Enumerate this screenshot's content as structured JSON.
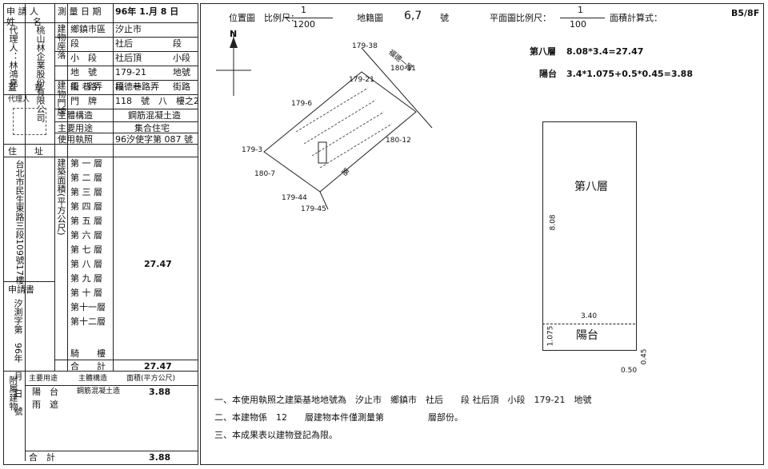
{
  "header": {
    "applicant_label": "申 請 人",
    "name_label": "姓　　名",
    "applicant_info": "桃山林企業股份有限公司",
    "representative": "代理人：林鴻堯",
    "seal_label": "蓋　　章",
    "agent_label": "代理人",
    "address_label": "住　　址",
    "address": "台北市民生東路三段109號17樓",
    "application_label": "申請書",
    "app_no": "汐測字第　96年　月　日　號",
    "sheet_code": "B5/8F"
  },
  "survey": {
    "date_label": "測 量 日 期",
    "date_value": "96年 1.月 8 日",
    "location_label": "建物座落",
    "rows": [
      {
        "label": "鄉鎮市區",
        "value": "汐止市",
        "suffix": ""
      },
      {
        "label": "段",
        "value": "社后",
        "suffix": "段"
      },
      {
        "label": "小　段",
        "value": "社后頂",
        "suffix": "小段"
      },
      {
        "label": "地　號",
        "value": "179-21",
        "suffix": "地號"
      },
      {
        "label": "街　路",
        "value": "福德一路",
        "suffix": "街路"
      },
      {
        "label": "段 巷 弄",
        "value": "段　巷　弄",
        "suffix": ""
      },
      {
        "label": "門　牌",
        "value": "118　號　八　樓之2",
        "suffix": ""
      }
    ],
    "door_label": "建物門牌",
    "structure_label": "主體構造",
    "structure_value": "鋼筋混凝土造",
    "use_label": "主要用途",
    "use_value": "集合住宅",
    "license_label": "使用執照",
    "license_value": "96汐使字第 087 號"
  },
  "floors": {
    "group_label": "建築面積(平方公尺)",
    "items": [
      {
        "label": "第 一 層",
        "value": ""
      },
      {
        "label": "第 二 層",
        "value": ""
      },
      {
        "label": "第 三 層",
        "value": ""
      },
      {
        "label": "第 四 層",
        "value": ""
      },
      {
        "label": "第 五 層",
        "value": ""
      },
      {
        "label": "第 六 層",
        "value": ""
      },
      {
        "label": "第 七 層",
        "value": ""
      },
      {
        "label": "第 八 層",
        "value": "27.47"
      },
      {
        "label": "第 九 層",
        "value": ""
      },
      {
        "label": "第 十 層",
        "value": ""
      },
      {
        "label": "第十一層",
        "value": ""
      },
      {
        "label": "第十二層",
        "value": ""
      }
    ],
    "arcade_label": "騎　　樓",
    "total_label": "合　　計",
    "total_value": "27.47"
  },
  "annex": {
    "group_label": "附屬建物",
    "col_use": "主要用途",
    "col_structure": "主體構造",
    "col_area": "面積(平方公尺)",
    "rows": [
      {
        "use": "陽　台",
        "structure": "鋼筋混凝土造",
        "area": "3.88"
      },
      {
        "use": "雨　遮",
        "structure": "",
        "area": ""
      }
    ],
    "total_label": "合　計",
    "total_value": "3.88"
  },
  "location_map": {
    "title": "位置圖　比例尺：",
    "scale_num": "1",
    "scale_den": "1200",
    "map_label": "地籍圖",
    "map_no": "6,7",
    "map_suffix": "號",
    "north": "N",
    "lots": [
      "179-38",
      "180-11",
      "179-21",
      "179-6",
      "180-12",
      "179-3",
      "180-7",
      "179-44",
      "179-45"
    ],
    "roads": [
      "福德一路",
      "路"
    ]
  },
  "plan": {
    "title": "平面圖比例尺：",
    "scale_num": "1",
    "scale_den": "100",
    "calc_label": "面積計算式：",
    "calc_floor_label": "第八層",
    "calc_floor": "8.08*3.4=27.47",
    "calc_balcony_label": "陽台",
    "calc_balcony": "3.4*1.075+0.5*0.45=3.88",
    "room_label": "第八層",
    "balcony_label": "陽台",
    "dim_height": "8.08",
    "dim_width": "3.40",
    "dim_balcony": "1.075",
    "dim_small": "0.45",
    "dim_ext": "0.50"
  },
  "notes": [
    "一、本使用執照之建築基地地號為　汐止市　鄉鎮市　社后　　段 社后頂　小段　179-21　地號",
    "二、本建物係　12　　層建物本件僅測量第　　　　　層部份。",
    "三、本成果表以建物登記為限。"
  ]
}
